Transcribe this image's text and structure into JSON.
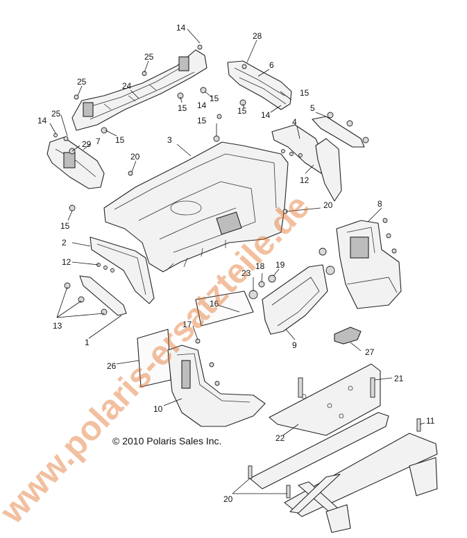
{
  "copyright": "© 2010 Polaris Sales Inc.",
  "watermark": "www.polaris-ersatzteile.de",
  "colors": {
    "watermark": "#e06a1c",
    "line": "#222222"
  },
  "callouts": [
    {
      "id": "c14a",
      "text": "14"
    },
    {
      "id": "c28",
      "text": "28"
    },
    {
      "id": "c25a",
      "text": "25"
    },
    {
      "id": "c6",
      "text": "6"
    },
    {
      "id": "c25b",
      "text": "25"
    },
    {
      "id": "c24",
      "text": "24"
    },
    {
      "id": "c15a",
      "text": "15"
    },
    {
      "id": "c15b",
      "text": "15"
    },
    {
      "id": "c15c",
      "text": "15"
    },
    {
      "id": "c14b",
      "text": "14"
    },
    {
      "id": "c15d",
      "text": "15"
    },
    {
      "id": "c14c",
      "text": "14"
    },
    {
      "id": "c25c",
      "text": "25"
    },
    {
      "id": "c14d",
      "text": "14"
    },
    {
      "id": "c5",
      "text": "5"
    },
    {
      "id": "c4",
      "text": "4"
    },
    {
      "id": "c15e",
      "text": "15"
    },
    {
      "id": "c29",
      "text": "29"
    },
    {
      "id": "c7",
      "text": "7"
    },
    {
      "id": "c15f",
      "text": "15"
    },
    {
      "id": "c3",
      "text": "3"
    },
    {
      "id": "c20a",
      "text": "20"
    },
    {
      "id": "c12a",
      "text": "12"
    },
    {
      "id": "c20b",
      "text": "20"
    },
    {
      "id": "c15g",
      "text": "15"
    },
    {
      "id": "c8",
      "text": "8"
    },
    {
      "id": "c2",
      "text": "2"
    },
    {
      "id": "c12b",
      "text": "12"
    },
    {
      "id": "c18",
      "text": "18"
    },
    {
      "id": "c19",
      "text": "19"
    },
    {
      "id": "c23",
      "text": "23"
    },
    {
      "id": "c13",
      "text": "13"
    },
    {
      "id": "c16",
      "text": "16"
    },
    {
      "id": "c1",
      "text": "1"
    },
    {
      "id": "c9",
      "text": "9"
    },
    {
      "id": "c17",
      "text": "17"
    },
    {
      "id": "c27",
      "text": "27"
    },
    {
      "id": "c26",
      "text": "26"
    },
    {
      "id": "c21",
      "text": "21"
    },
    {
      "id": "c10",
      "text": "10"
    },
    {
      "id": "c11",
      "text": "11"
    },
    {
      "id": "c22",
      "text": "22"
    },
    {
      "id": "c20c",
      "text": "20"
    }
  ]
}
